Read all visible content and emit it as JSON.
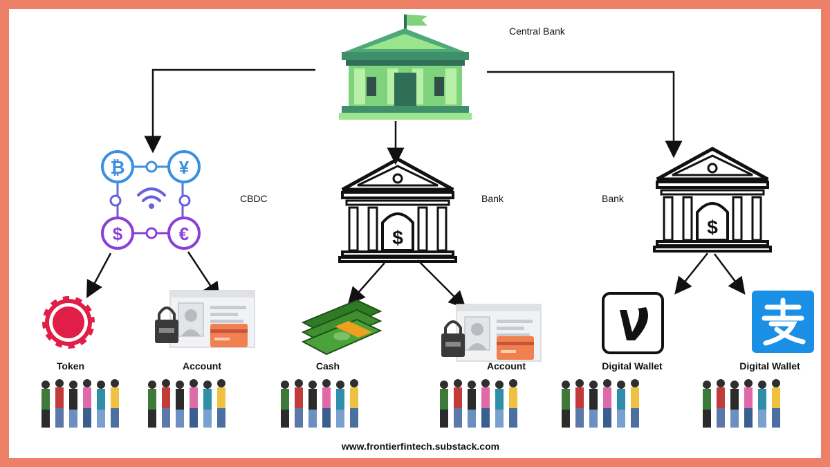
{
  "labels": {
    "central_bank": "Central Bank",
    "cbdc": "CBDC",
    "bank_left": "Bank",
    "bank_right": "Bank",
    "token": "Token",
    "account_1": "Account",
    "cash": "Cash",
    "account_2": "Account",
    "digital_wallet_1": "Digital Wallet",
    "digital_wallet_2": "Digital Wallet"
  },
  "footer": {
    "url": "www.frontierfintech.substack.com"
  },
  "icons": {
    "central_bank": "central-bank-building-icon",
    "cbdc": "cbdc-currency-network-icon",
    "bank": "bank-building-icon",
    "token": "token-chip-icon",
    "account": "account-id-card-icon",
    "cash": "cash-stack-icon",
    "venmo": "venmo-logo-icon",
    "alipay": "alipay-logo-icon",
    "people": "people-group-icon"
  },
  "colors": {
    "frame": "#ee8068",
    "central_bank_green": "#5cc47a",
    "cbdc_blue": "#3b8fe0",
    "cbdc_purple": "#8b3fd9",
    "token_red": "#e01e48",
    "alipay_blue": "#1a8fe6",
    "cash_green": "#3f8f2f"
  }
}
